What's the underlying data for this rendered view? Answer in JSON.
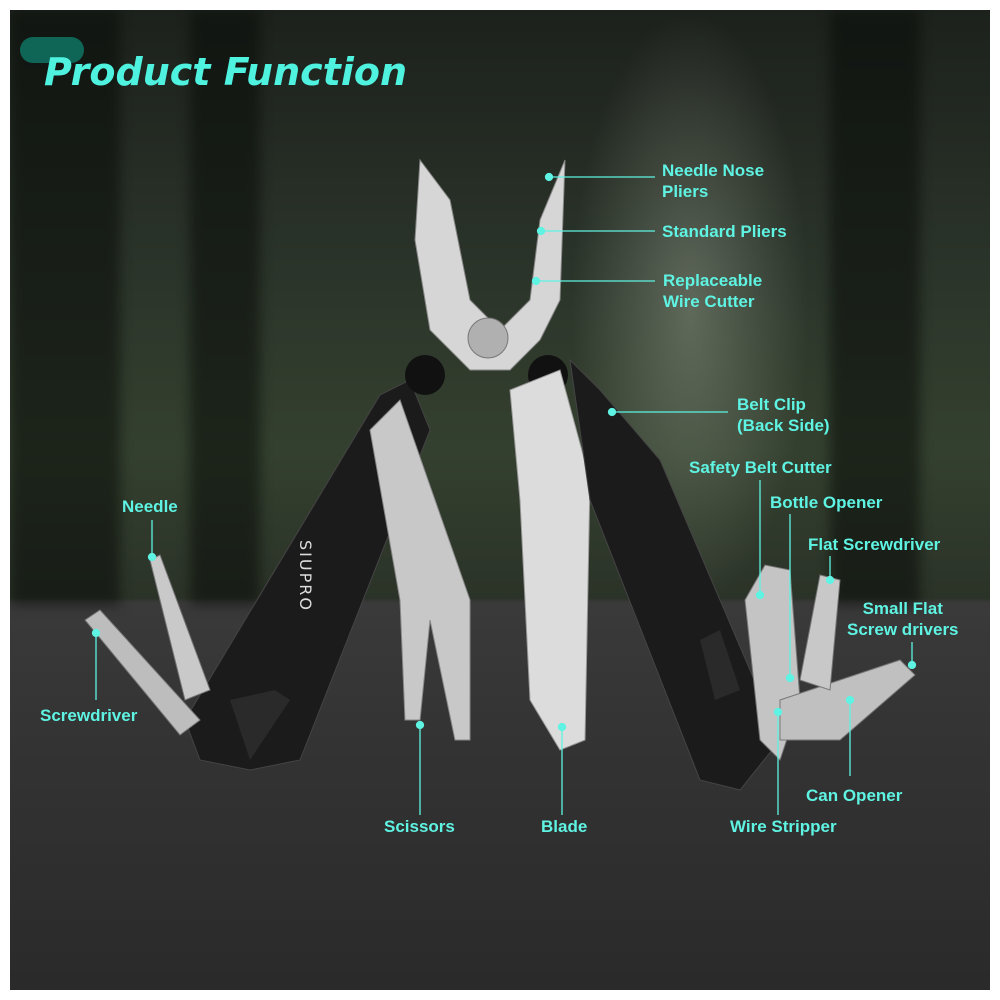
{
  "title": "Product Function",
  "brand_logo": "SIUPRO",
  "accent_color": "#5ef3e2",
  "labels": [
    {
      "id": "needle-nose-pliers",
      "line1": "Needle Nose",
      "line2": "Pliers"
    },
    {
      "id": "standard-pliers",
      "line1": "Standard Pliers"
    },
    {
      "id": "wire-cutter",
      "line1": "Replaceable",
      "line2": "Wire Cutter"
    },
    {
      "id": "belt-clip",
      "line1": "Belt Clip",
      "line2": "(Back Side)"
    },
    {
      "id": "safety-belt-cutter",
      "line1": "Safety Belt Cutter"
    },
    {
      "id": "bottle-opener",
      "line1": "Bottle Opener"
    },
    {
      "id": "flat-screwdriver",
      "line1": "Flat Screwdriver"
    },
    {
      "id": "small-flat-screwdrivers",
      "line1": "Small Flat",
      "line2": "Screw drivers"
    },
    {
      "id": "can-opener",
      "line1": "Can Opener"
    },
    {
      "id": "wire-stripper",
      "line1": "Wire Stripper"
    },
    {
      "id": "blade",
      "line1": "Blade"
    },
    {
      "id": "scissors",
      "line1": "Scissors"
    },
    {
      "id": "screwdriver",
      "line1": "Screwdriver"
    },
    {
      "id": "needle",
      "line1": "Needle"
    }
  ]
}
